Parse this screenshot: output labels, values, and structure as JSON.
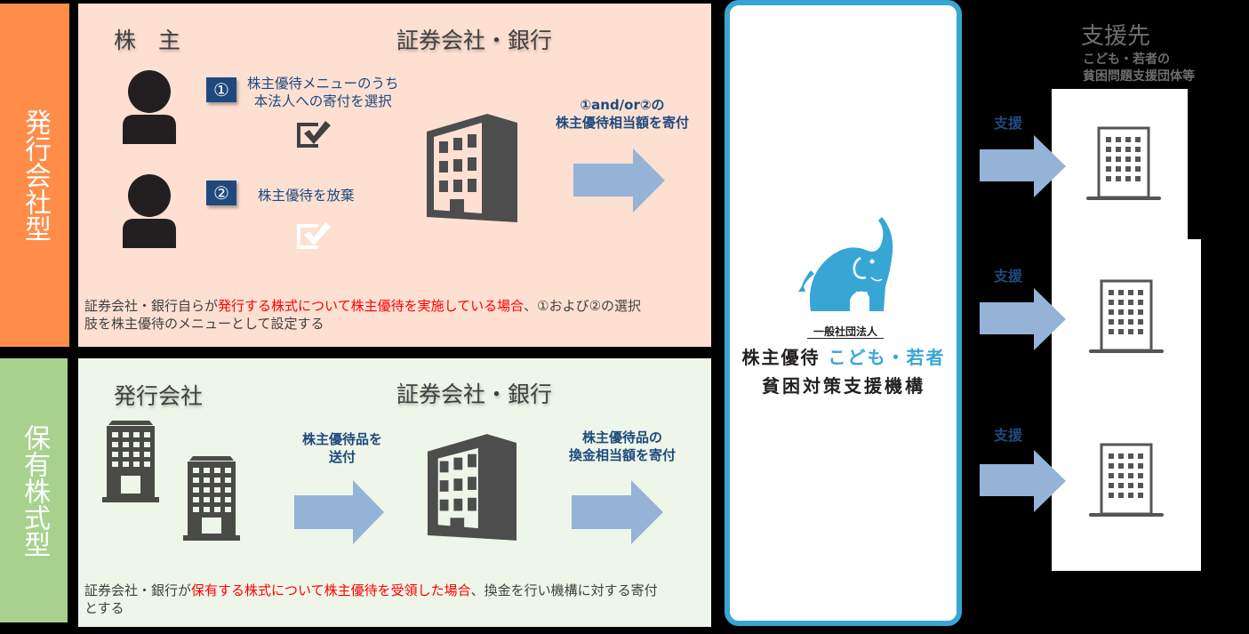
{
  "colors": {
    "orange": "#ff8c48",
    "pink_panel": "#fde0d2",
    "green": "#a9d18e",
    "green_panel": "#eef6e9",
    "navy": "#1f497d",
    "arrow": "#95b3d7",
    "logo_blue": "#38a6d5",
    "red": "#ff0000",
    "gray_text": "#404040"
  },
  "section1": {
    "side_label": "発行会社型",
    "shareholder_title": "株　主",
    "institution_title": "証券会社・銀行",
    "option1": {
      "badge": "①",
      "line1": "株主優待メニューのうち",
      "line2": "本法人への寄付を選択"
    },
    "option2": {
      "badge": "②",
      "line1": "株主優待を放棄"
    },
    "arrow_label_line1": "①and/or②の",
    "arrow_label_line2": "株主優待相当額を寄付",
    "note": {
      "prefix": "証券会社・銀行自らが",
      "highlight": "発行する株式について株主優待を実施している場合",
      "suffix1": "、①および②の選択",
      "line2": "肢を株主優待のメニューとして設定する"
    }
  },
  "section2": {
    "side_label": "保有株式型",
    "issuer_title": "発行会社",
    "institution_title": "証券会社・銀行",
    "arrow1_label_line1": "株主優待品を",
    "arrow1_label_line2": "送付",
    "arrow2_label_line1": "株主優待品の",
    "arrow2_label_line2": "換金相当額を寄付",
    "note": {
      "prefix": "証券会社・銀行が",
      "highlight": "保有する株式について株主優待を受領した場合",
      "suffix1": "、換金を行い機構に対する寄付",
      "line2": "とする"
    }
  },
  "organization": {
    "legal_type": "一般社団法人",
    "name_part1": "株主優待",
    "name_part2": "こども・若者",
    "name_line2": "貧困対策支援機構"
  },
  "recipients": {
    "title": "支援先",
    "subtitle_line1": "こども・若者の",
    "subtitle_line2": "貧困問題支援団体等",
    "support_labels": [
      "支援",
      "支援",
      "支援"
    ]
  }
}
